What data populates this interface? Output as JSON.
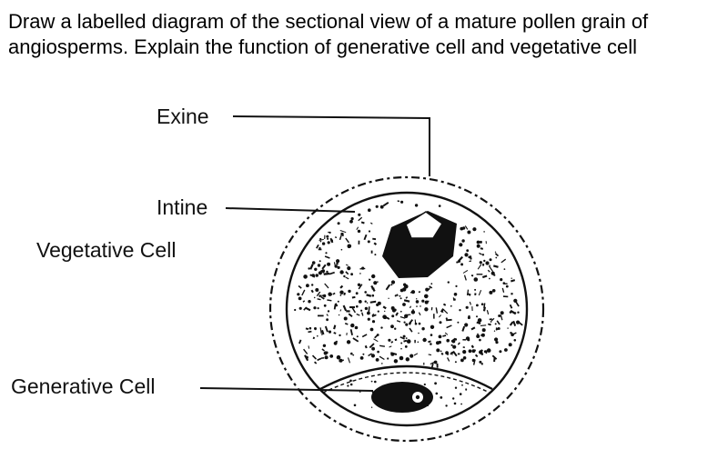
{
  "question": {
    "text": "Draw a labelled diagram of the sectional view of a mature pollen grain of angiosperms. Explain the function of generative cell and vegetative cell"
  },
  "diagram": {
    "labels": {
      "exine": "Exine",
      "intine": "Intine",
      "vegetative_cell": "Vegetative Cell",
      "generative_cell": "Generative Cell"
    },
    "colors": {
      "ink": "#111111",
      "background": "#ffffff"
    }
  }
}
